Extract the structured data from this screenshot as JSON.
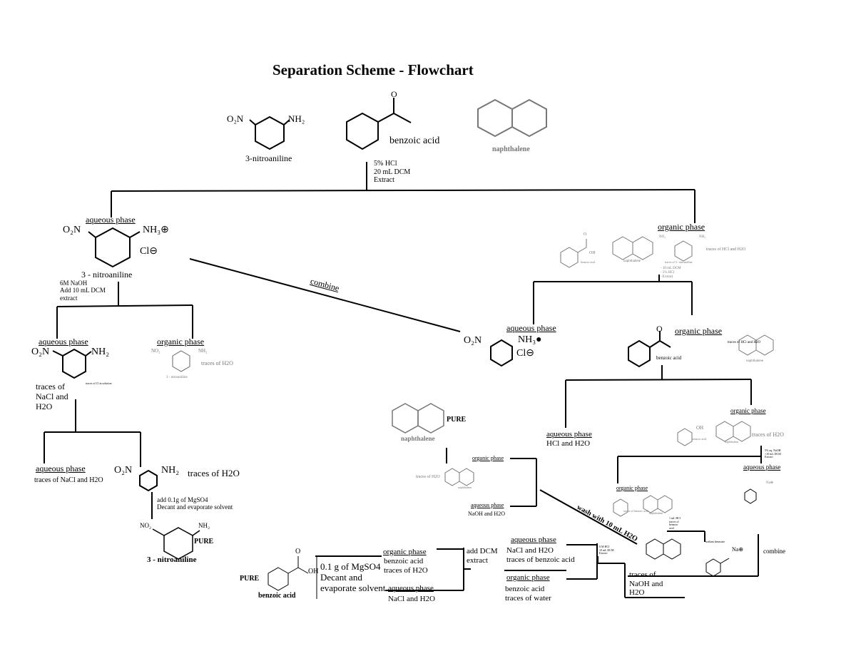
{
  "title": "Separation Scheme - Flowchart",
  "start": {
    "nitroaniline": "3-nitroaniline",
    "benzoic_acid": "benzoic acid",
    "naphthalene": "naphthalene",
    "step": "5% HCl\n20 mL DCM\nExtract"
  },
  "left_branch": {
    "aqueous_phase": "aqueous phase",
    "salt_name": "3 - nitroaniline",
    "cl": "Cl",
    "step": "6M NaOH\nAdd 10 mL DCM\nextract",
    "aq2_label": "aqueous phase",
    "aq2_traces": "traces of\nNaCl and\nH2O",
    "aq2_tiny": "traces of Cl in solution",
    "org2_label": "organic phase",
    "org2_traces": "traces of H2O",
    "org2_name": "3 - nitroaniline",
    "aq3_label": "aqueous phase",
    "aq3_traces": "traces of NaCl and H2O",
    "traces_h2o": "traces of H2O",
    "drying_step": "add 0.1g of MgSO4\nDecant and evaporate solvent",
    "pure": "PURE",
    "pure_name": "3 - nitroaniline",
    "combine": "combine"
  },
  "right_branch": {
    "organic_phase": "organic phase",
    "benzoic_small": "benzoic acid",
    "naphthalene_small": "naphthalene",
    "nitro_small": "traces of 3 - nitroaniline",
    "traces_hcl": "traces of HCl and H2O",
    "step": "- 10 mL DCM\n- 5% HCl\n- Extract",
    "aq_phase": "aqueous phase",
    "cl": "Cl",
    "org_phase2": "organic phase",
    "org2_traces": "traces of HCl and H2O",
    "org2_benzoic": "benzoic acid",
    "org2_naph": "naphthalene",
    "aq3_label": "aqueous phase",
    "aq3_content": "HCl and H2O",
    "org3_label": "organic phase",
    "org3_traces": "traces of H2O",
    "org3_benzoic": "benzoic acid",
    "org3_naph": "naphthalene",
    "naoh_step": "5% aq. NaOH\n+10 mL DCM\nExtract",
    "aq4_label": "aqueous phase",
    "org4_label": "organic phase",
    "org4_small": "traces of benzoic acid",
    "org4_naph": "naphthalene",
    "acid_note": "1 mL HCl\ntraces of\nbenzoic\nacid",
    "combine": "combine"
  },
  "bottom": {
    "pure_naph": "PURE",
    "pure_naph_name": "naphthalene",
    "traces_h2o": "traces of H2O",
    "naph_small": "naphthalene",
    "org_phase": "organic phase",
    "aq_phase": "aqueous phase",
    "naoh_h2o": "NaOH and H2O",
    "wash": "wash with 10 mL H2O",
    "aq5_label": "aqueous phase",
    "aq5_content": "NaCl and H2O\ntraces of benzoic acid",
    "org5_label": "organic phase",
    "org5_content": "benzoic acid\ntraces of water",
    "add_dcm": "add DCM\nextract",
    "tiny_hcl": "6 M HCl\n10 mL DCM\nExtract",
    "traces_naoh": "traces of\nNaOH and\nH2O",
    "org6_label": "organic phase",
    "org6_content": "benzoic acid\ntraces of H2O",
    "aq6_label": "aqueous phase",
    "aq6_content": "NaCl and H2O",
    "mgso4": "0.1 g of MgSO4\nDecant and\nevaporate solvent",
    "pure_ba": "PURE",
    "pure_ba_name": "benzoic acid",
    "tiny_sodium": "sodium benzoate",
    "na": "Na"
  }
}
